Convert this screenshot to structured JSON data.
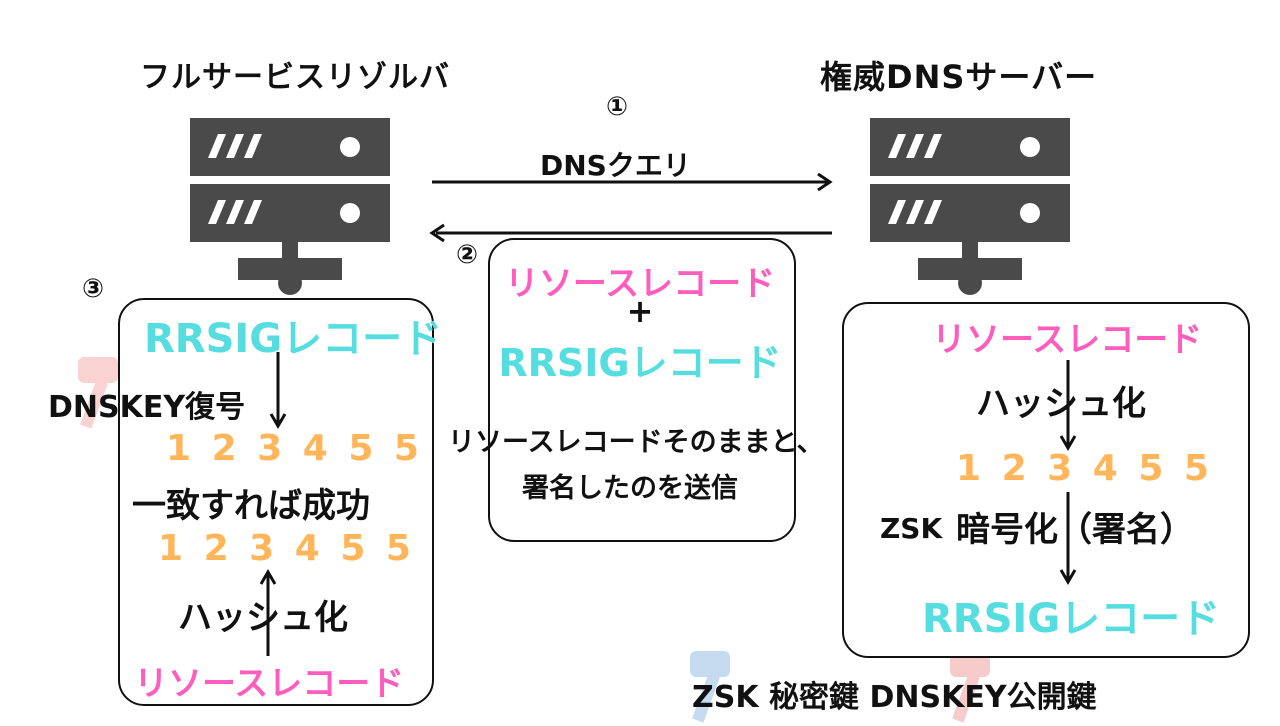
{
  "resolver": {
    "title": "フルサービスリゾルバ",
    "step_label": "③",
    "box": {
      "rrsig": "RRSIGレコード",
      "decrypt_label": "DNSKEY復号",
      "digest_top": "1 2 3 4 5 5",
      "match_label": "一致すれば成功",
      "digest_bottom": "1 2 3 4 5 5",
      "hash_label": "ハッシュ化",
      "resource_record": "リソースレコード"
    }
  },
  "middle": {
    "step1_label": "①",
    "query_label": "DNSクエリ",
    "step2_label": "②",
    "box": {
      "resource_record": "リソースレコード",
      "plus": "+",
      "rrsig": "RRSIGレコード"
    },
    "note_line1": "リソースレコードそのままと、",
    "note_line2": "署名したのを送信"
  },
  "authoritative": {
    "title": "権威DNSサーバー",
    "box": {
      "resource_record": "リソースレコード",
      "hash_label": "ハッシュ化",
      "digest": "1 2 3 4 5 5",
      "zsk_label": "ZSK",
      "encrypt_label": "暗号化（署名）",
      "rrsig": "RRSIGレコード"
    }
  },
  "footer": {
    "keys_label": "ZSK 秘密鍵 DNSKEY公開鍵"
  },
  "colors": {
    "pink": "#ff5dbe",
    "cyan": "#55dde0",
    "orange": "#ffb55a",
    "server": "#4a4a4a",
    "key_pink": "#f08080",
    "key_blue": "#7fb0e0"
  }
}
